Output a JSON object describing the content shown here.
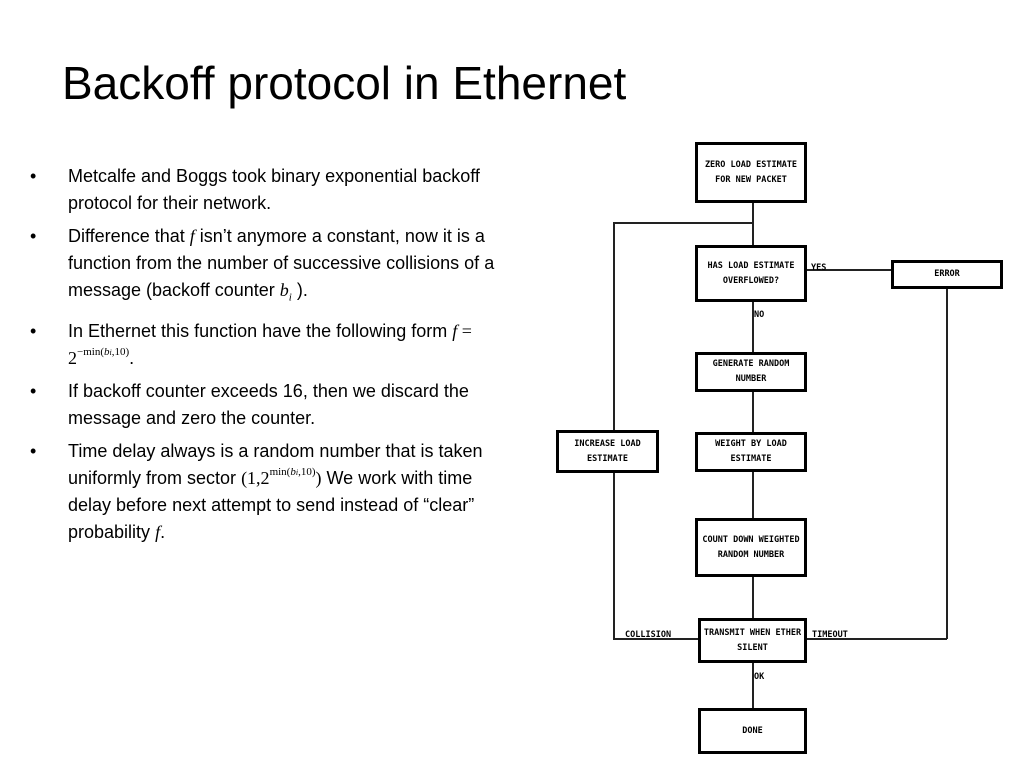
{
  "slide": {
    "title": "Backoff protocol in Ethernet"
  },
  "bullets": {
    "marker": "•",
    "b1": "Metcalfe and Boggs took binary exponential backoff protocol for their network.",
    "b2_pre": "Difference that",
    "b2_mid": "isn’t anymore a constant, now it is a function from the number of successive collisions of a message (backoff counter",
    "b2_post": ").",
    "b3_pre": "In Ethernet this function have the following form",
    "b3_post": ".",
    "b4": "If backoff counter exceeds 16, then we discard the message and zero the counter.",
    "b5_pre": "Time delay always is a random number that is taken uniformly from sector",
    "b5_mid": "We work with time delay before next attempt to send instead of “clear” probability",
    "b5_post": "."
  },
  "math": {
    "f": "f",
    "b": "b",
    "i": "i",
    "eq": " = 2",
    "exp_pre": "−min(",
    "exp_post": ",10)",
    "sector_pre": "(1,2",
    "sector_exp_pre": "min(",
    "sector_exp_post": ",10)",
    "sector_close": ")"
  },
  "flowchart": {
    "box_zero": "ZERO LOAD ESTIMATE FOR NEW PACKET",
    "box_has": "HAS LOAD ESTIMATE OVERFLOWED?",
    "box_error": "ERROR",
    "box_generate": "GENERATE RANDOM NUMBER",
    "box_increase": "INCREASE LOAD ESTIMATE",
    "box_weight": "WEIGHT BY LOAD ESTIMATE",
    "box_count": "COUNT DOWN WEIGHTED RANDOM NUMBER",
    "box_transmit": "TRANSMIT WHEN ETHER SILENT",
    "box_done": "DONE",
    "lbl_yes": "YES",
    "lbl_no": "NO",
    "lbl_collision": "COLLISION",
    "lbl_timeout": "TIMEOUT",
    "lbl_ok": "OK"
  }
}
